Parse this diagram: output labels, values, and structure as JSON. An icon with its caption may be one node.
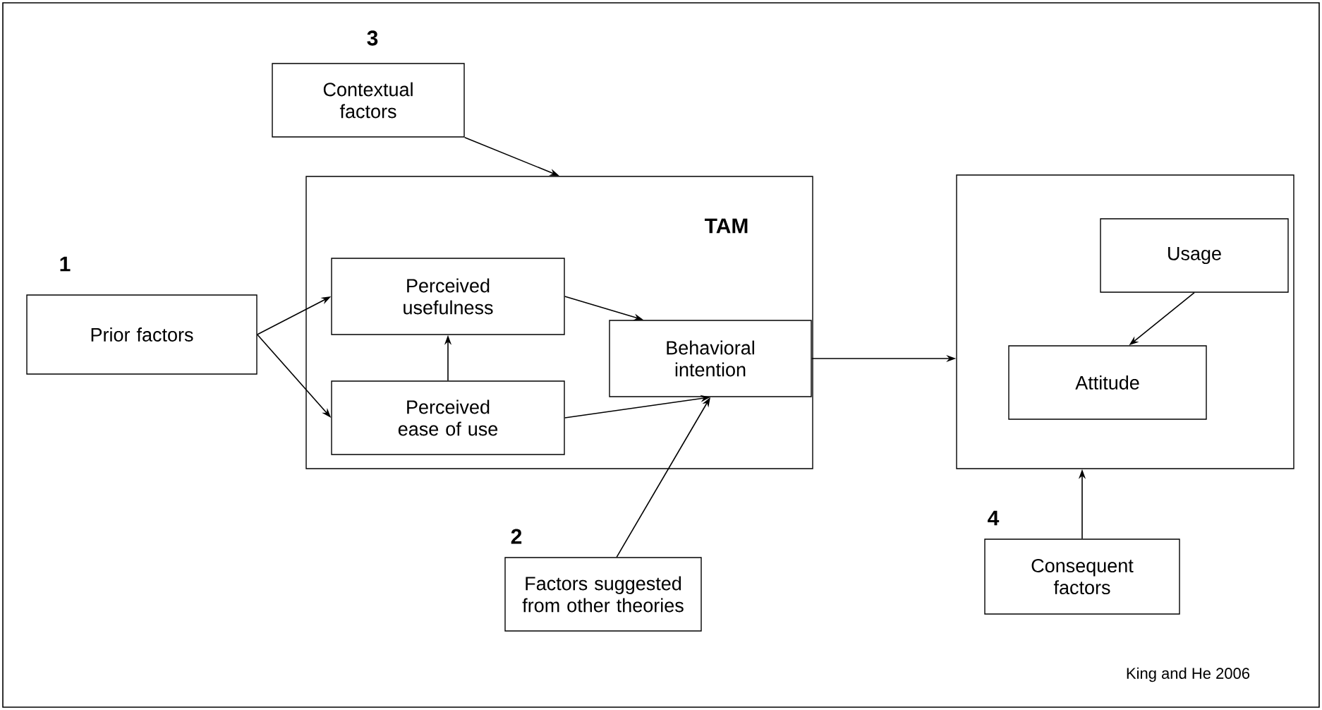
{
  "diagram": {
    "nodes": [
      {
        "text": [
          "Contextual factors"
        ],
        "beside": [
          "3"
        ]
      },
      {
        "text": [
          "TAM"
        ]
      },
      {
        "text": [
          "Perceived usefulness"
        ],
        "in": 1
      },
      {
        "text": [
          "Perceived ease of use"
        ],
        "in": 1
      },
      {
        "text": [
          "Behavioral intention"
        ],
        "in": 1
      },
      {
        "text": [
          "Prior factors"
        ],
        "beside": [
          "1"
        ]
      },
      {
        "text": [],
        "shape": "box"
      },
      {
        "text": [
          "Usage"
        ],
        "in": 6
      },
      {
        "text": [
          "Attitude"
        ],
        "in": 6
      },
      {
        "text": [
          "Factors suggested from other theories"
        ],
        "beside": [
          "2"
        ]
      },
      {
        "text": [
          "Consequent factors"
        ],
        "beside": [
          "4"
        ]
      }
    ],
    "edges": [
      {
        "from": 0,
        "to": 1,
        "arrow": "to"
      },
      {
        "from": 5,
        "to": 2,
        "arrow": "to"
      },
      {
        "from": 5,
        "to": 3,
        "arrow": "to"
      },
      {
        "from": 3,
        "to": 2,
        "arrow": "to"
      },
      {
        "from": 2,
        "to": 4,
        "arrow": "to"
      },
      {
        "from": 3,
        "to": 4,
        "arrow": "to"
      },
      {
        "from": 9,
        "to": 4,
        "arrow": "to"
      },
      {
        "from": 4,
        "to": 6,
        "arrow": "to"
      },
      {
        "from": 7,
        "to": 8,
        "arrow": "to"
      },
      {
        "from": 10,
        "to": 6,
        "arrow": "to"
      }
    ],
    "labels": [
      "King and He 2006"
    ]
  }
}
